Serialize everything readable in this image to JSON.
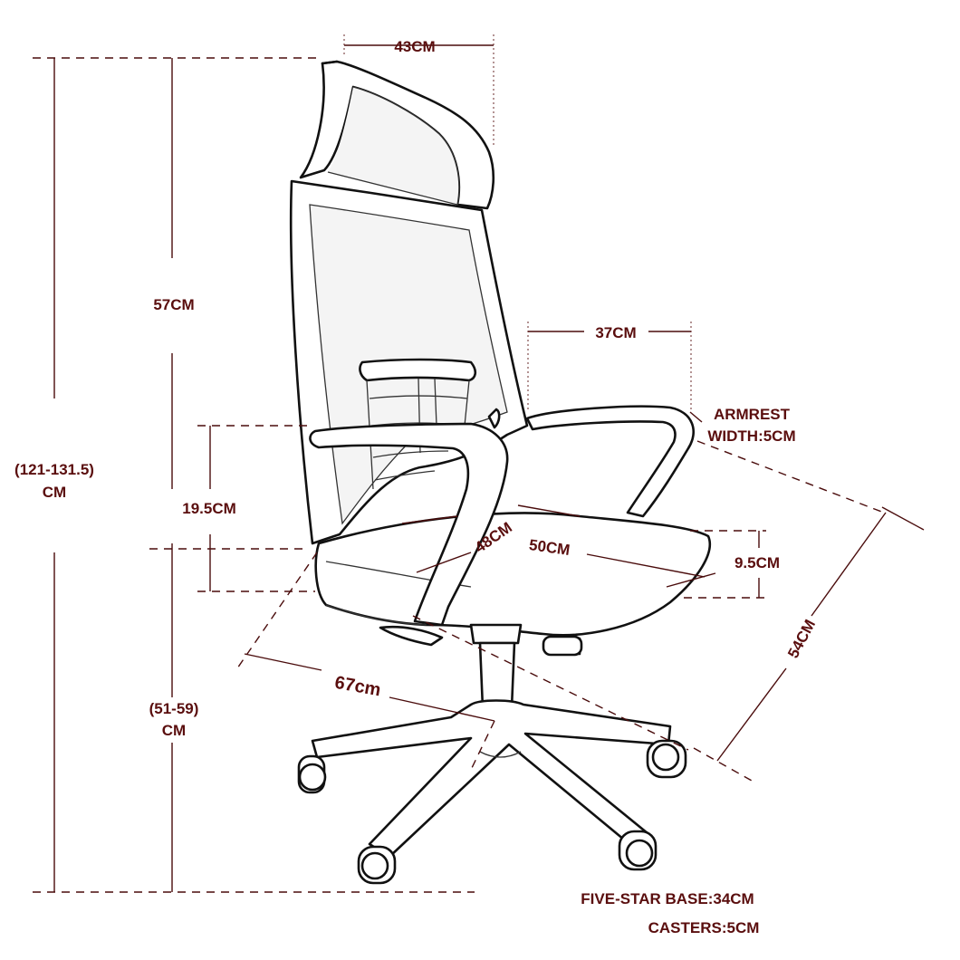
{
  "dimensions": {
    "headrest_width": "43CM",
    "backrest_height": "57CM",
    "total_height": [
      "(121-131.5)",
      "CM"
    ],
    "armrest_height": "19.5CM",
    "seat_height": [
      "(51-59)",
      "CM"
    ],
    "seat_span": "37CM",
    "armrest_width": [
      "ARMREST",
      "WIDTH:5CM"
    ],
    "seat_depth": "48CM",
    "seat_width": "50CM",
    "cushion_thickness": "9.5CM",
    "base_span": "67cm",
    "chair_depth": "54CM"
  },
  "notes": {
    "five_star_base": "FIVE-STAR BASE:34CM",
    "casters": "CASTERS:5CM"
  },
  "colors": {
    "label": "#5a0e0e",
    "line": "#4a0c0c",
    "outline": "#111111"
  }
}
